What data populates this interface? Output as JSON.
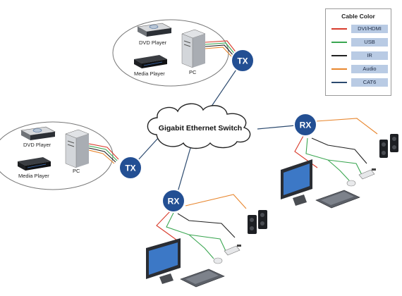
{
  "colors": {
    "node_fill": "#234f93",
    "node_stroke": "#ffffff",
    "dvi": "#d83b2b",
    "usb": "#3aa651",
    "ir": "#222222",
    "audio": "#e8862e",
    "cat6": "#2c4a6f",
    "legend_label_bg": "#b9cbe4"
  },
  "switch": {
    "label": "Gigabit Ethernet Switch"
  },
  "nodes": [
    {
      "label": "TX"
    },
    {
      "label": "TX"
    },
    {
      "label": "RX"
    },
    {
      "label": "RX"
    }
  ],
  "sources_top": {
    "dvd": "DVD Player",
    "media": "Media Player",
    "pc": "PC"
  },
  "sources_left": {
    "dvd": "DVD Player",
    "media": "Media Player",
    "pc": "PC"
  },
  "legend": {
    "title": "Cable Color",
    "items": [
      {
        "label": "DVI/HDMI",
        "color": "#d83b2b"
      },
      {
        "label": "USB",
        "color": "#3aa651"
      },
      {
        "label": "IR",
        "color": "#222222"
      },
      {
        "label": "Audio",
        "color": "#e8862e"
      },
      {
        "label": "CAT6",
        "color": "#2c4a6f"
      }
    ]
  }
}
